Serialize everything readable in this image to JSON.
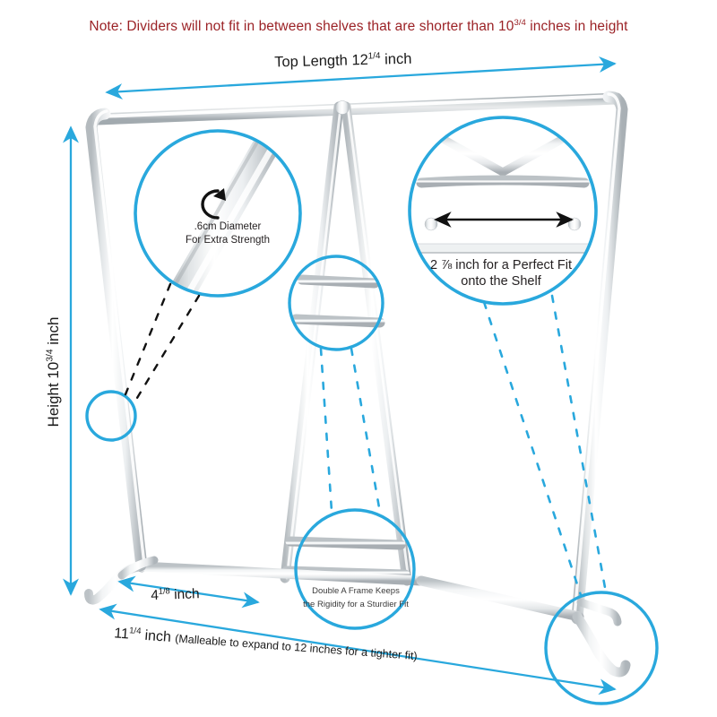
{
  "page": {
    "title": "Shelf Divider Dimension Diagram",
    "background_color": "#ffffff"
  },
  "colors": {
    "note_red": "#9b2226",
    "accent_blue": "#29a8dd",
    "wire_white": "#e9ecee",
    "wire_shadow": "#b9bfc4",
    "text_dark": "#231f20",
    "dashed_black": "#111111"
  },
  "note": {
    "name": "top-note",
    "prefix": "Note: Dividers will not fit in between shelves that are shorter than 10",
    "fraction": "3/4",
    "suffix": " inches in height",
    "full_text": "Note: Dividers will not fit in between shelves that are shorter than 10 3/4 inches in height"
  },
  "dimensions": {
    "top_length": {
      "label_prefix": "Top Length 12",
      "fraction": "1/4",
      "label_suffix": " inch",
      "full_text": "Top Length 12 1/4 inch",
      "value": "12 1/4",
      "unit": "inch"
    },
    "height": {
      "label_prefix": "Height  10",
      "fraction": "3/4",
      "label_suffix": " inch",
      "full_text": "Height 10 3/4 inch",
      "value": "10 3/4",
      "unit": "inch"
    },
    "foot_depth": {
      "label_prefix": "4",
      "fraction": "1/8",
      "label_suffix": " inch",
      "full_text": "4 1/8 inch",
      "value": "4 1/8",
      "unit": "inch"
    },
    "base_width": {
      "label_prefix": "11",
      "fraction": "1/4",
      "label_suffix": " inch ",
      "paren_text": "(Malleable to expand to 12 inches for a tighter fit)",
      "full_text": "11 1/4 inch (Malleable to expand to 12 inches for a tighter fit)",
      "value": "11 1/4",
      "unit": "inch"
    }
  },
  "callouts": [
    {
      "id": "diameter",
      "name": "callout-diameter",
      "line1": ".6cm Diameter",
      "line2": "For Extra Strength",
      "icon": "rotation-arrow-icon"
    },
    {
      "id": "shelf-fit",
      "name": "callout-shelf-fit",
      "line1_value": "2 7/8",
      "line1": "2 ⅞ inch for a Perfect Fit",
      "line2": "onto the Shelf",
      "icon": "double-arrow-icon"
    },
    {
      "id": "rigidity",
      "name": "callout-rigidity",
      "line1": "Double A Frame Keeps",
      "line2": "the Rigidity for a Sturdier Fit",
      "icon": "none"
    },
    {
      "id": "foot-hook",
      "name": "callout-foot-hook",
      "line1": "",
      "line2": "",
      "icon": "none"
    }
  ],
  "product": {
    "name": "wire-shelf-divider",
    "description": "White coated wire A-frame shelf divider shown in side elevation"
  }
}
